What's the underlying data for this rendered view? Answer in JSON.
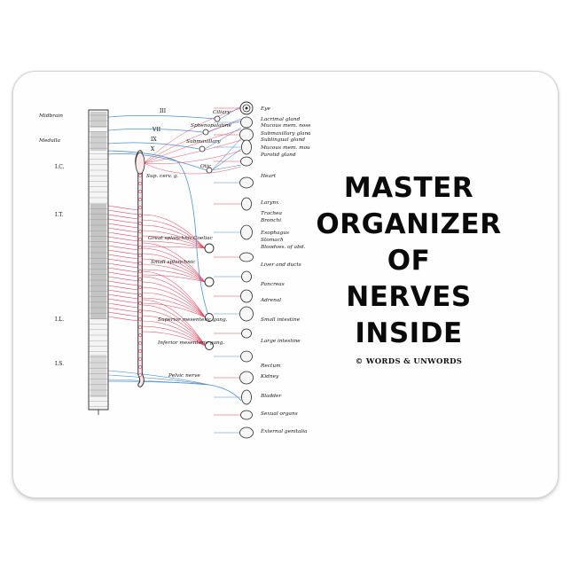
{
  "slogan": {
    "lines": [
      "MASTER",
      "ORGANIZER",
      "OF",
      "NERVES",
      "INSIDE"
    ],
    "copyright": "© WORDS & UNWORDS"
  },
  "diagram": {
    "brain_labels": [
      "Midbrain",
      "Medulla"
    ],
    "spinal_region_labels": [
      "I.C.",
      "I.T.",
      "I.L.",
      "I.S."
    ],
    "cranial_nerve_numerals": [
      "III",
      "VII",
      "IX",
      "X"
    ],
    "ganglion_labels": [
      "Ciliary",
      "Sphenopalatine",
      "Submaxillary",
      "Otic",
      "Sup. cerv. g.",
      "Great splanchnic",
      "Coeliac",
      "Small splanchnic",
      "Superior mesenteric gang.",
      "Inferior mesenteric gang.",
      "Pelvic nerve"
    ],
    "organ_labels": [
      "Eye",
      "Lacrimal gland",
      "Mucous mem. nose and palate",
      "Submaxillary gland",
      "Sublingual gland",
      "Mucous mem. mouth",
      "Parotid gland",
      "Heart",
      "Larynx",
      "Trachea",
      "Bronchi",
      "Esophagus",
      "Stomach",
      "Bloodves. of abd.",
      "Liver and ducts",
      "Pancreas",
      "Adrenal",
      "Small intestine",
      "Large intestine",
      "Rectum",
      "Kidney",
      "Bladder",
      "Sexual organs",
      "External genitalia"
    ],
    "colors": {
      "sympathetic": "#e2425a",
      "parasympathetic": "#4f8fd0",
      "ink": "#2a2a2a"
    }
  }
}
